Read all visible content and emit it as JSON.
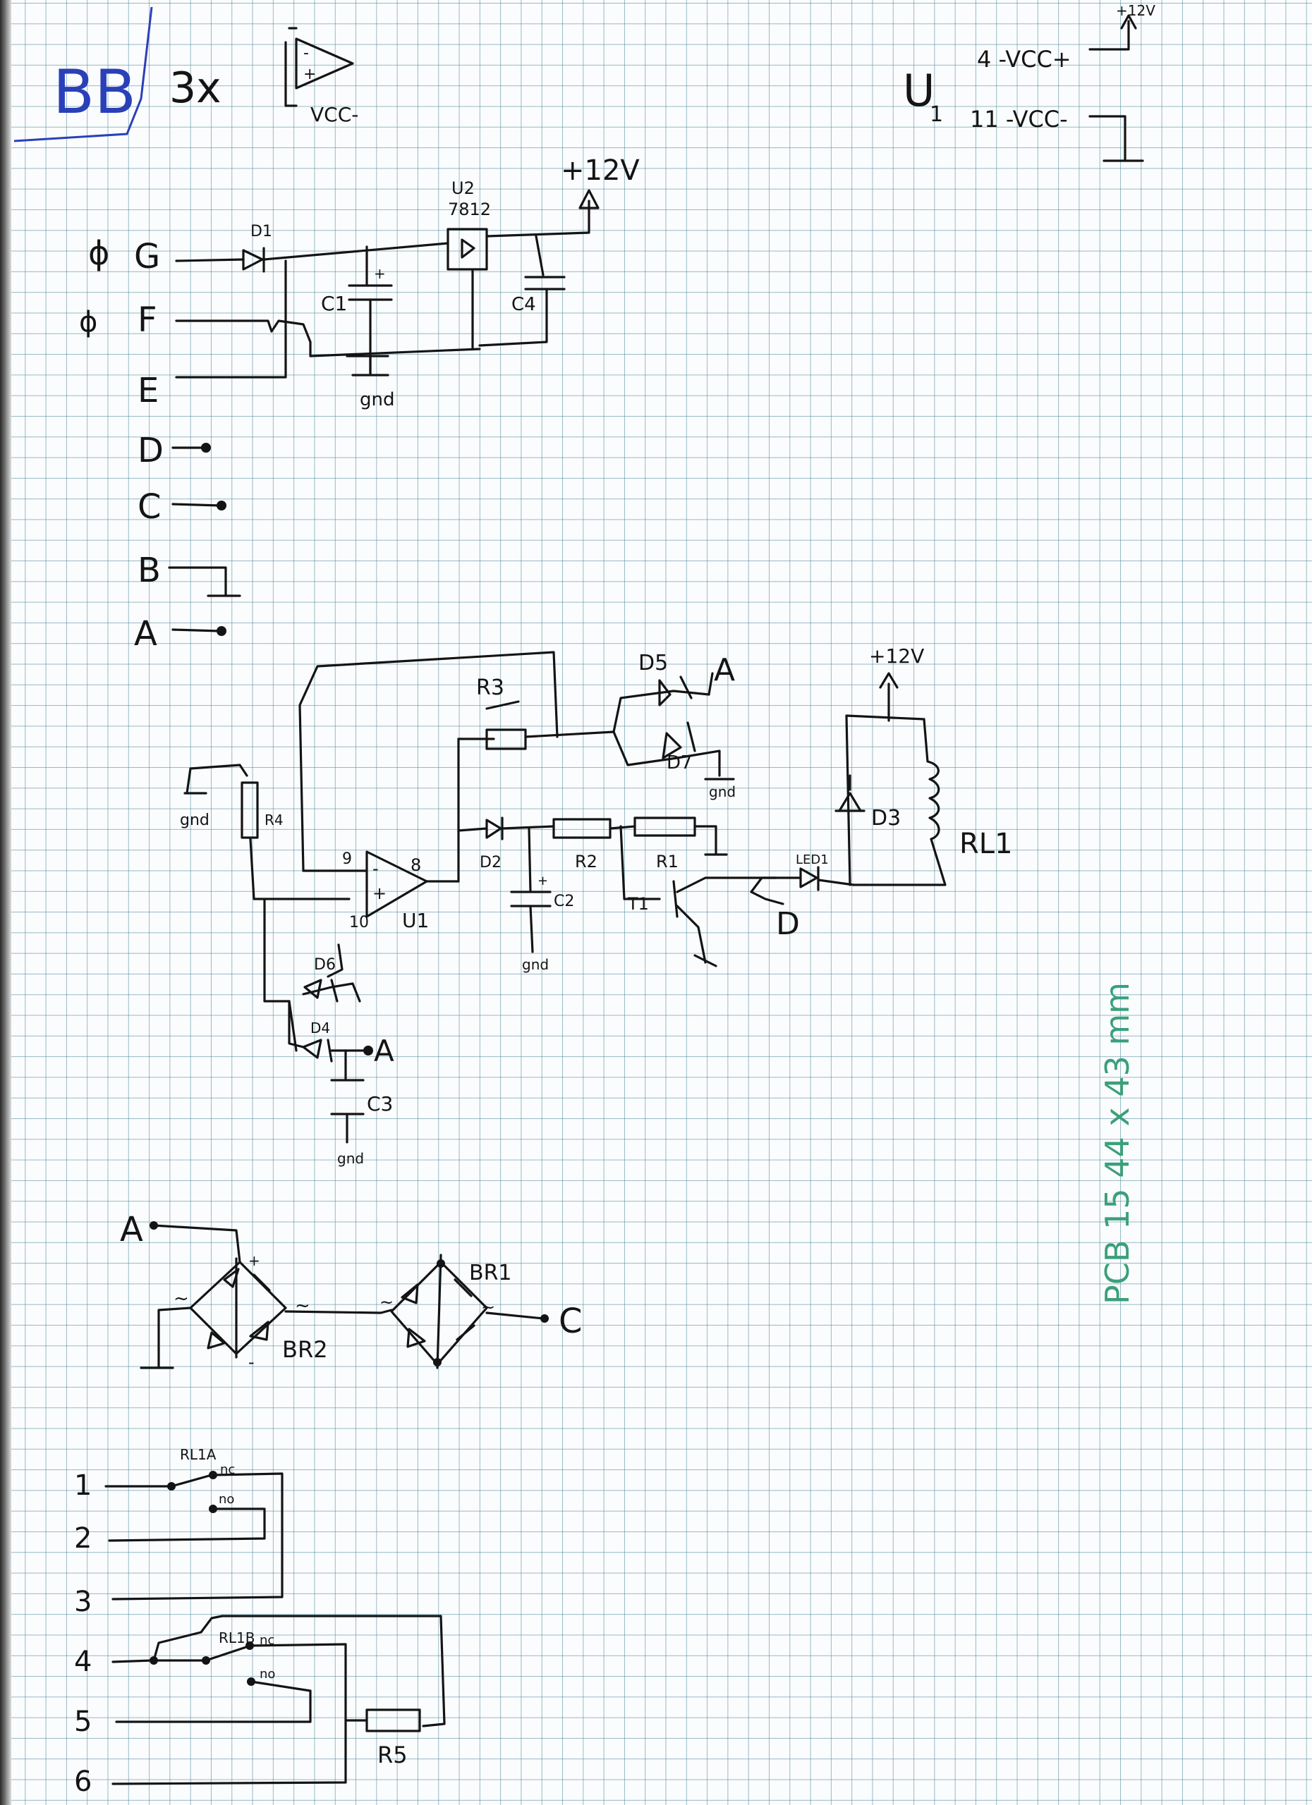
{
  "tag": "BB",
  "multiplier": "3x",
  "supply_pins": {
    "label": "U",
    "sub": "1",
    "pin4": "4 -VCC+",
    "pin11": "11 -VCC-",
    "top_rail": "+12V",
    "opamp_neg": "VCC-"
  },
  "connector_pins": [
    "G",
    "F",
    "E",
    "D",
    "C",
    "B",
    "A"
  ],
  "power": {
    "d1": "D1",
    "u2": "U2",
    "u2_part": "7812",
    "out": "+12V",
    "c1": "C1",
    "c4": "C4",
    "gnd": "gnd"
  },
  "main_circuit": {
    "r3": "R3",
    "r4": "R4",
    "r2": "R2",
    "r1": "R1",
    "d2": "D2",
    "c2": "C2",
    "d5": "D5",
    "d7": "D7",
    "out_a": "A",
    "gnd1": "gnd",
    "gnd2": "gnd",
    "gnd3": "gnd",
    "gnd4": "gnd",
    "pin9": "9",
    "pin8": "8",
    "pin10": "10",
    "u1": "U1",
    "t1": "T1",
    "led": "LED1",
    "d_label": "D",
    "d3": "D3",
    "rl1": "RL1",
    "vcc": "+12V",
    "d6": "D6",
    "d4": "D4",
    "c3": "C3",
    "a2": "A"
  },
  "bridges": {
    "in_a": "A",
    "br2": "BR2",
    "br1": "BR1",
    "out_c": "C",
    "ac": "~",
    "plus": "+",
    "minus": "-"
  },
  "relay_contacts": {
    "pins": [
      "1",
      "2",
      "3",
      "4",
      "5",
      "6"
    ],
    "rl1a": "RL1A",
    "rl1b": "RL1B",
    "nc": "nc",
    "no": "no",
    "r5": "R5"
  },
  "side_note": "PCB 15 44 x 43 mm"
}
